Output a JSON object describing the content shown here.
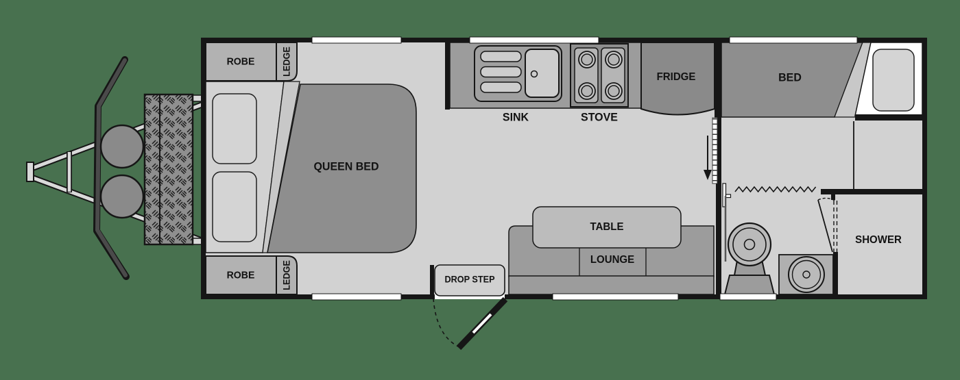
{
  "plan_type": "caravan-floorplan",
  "labels": {
    "robe_front_top": "ROBE",
    "ledge_front_top": "LEDGE",
    "robe_front_bottom": "ROBE",
    "ledge_front_bottom": "LEDGE",
    "queen_bed": "QUEEN BED",
    "sink": "SINK",
    "stove": "STOVE",
    "fridge": "FRIDGE",
    "bed": "BED",
    "table": "TABLE",
    "lounge": "LOUNGE",
    "drop_step": "DROP STEP",
    "shower": "SHOWER"
  },
  "colors": {
    "background": "#48714f",
    "wall": "#161616",
    "floor": "#d2d2d2",
    "white": "#ffffff",
    "furniture_dark": "#8e8e8e",
    "furniture_mid": "#9c9c9c",
    "furniture_light": "#bcbcbc",
    "cabinet": "#b2b2b2",
    "pillow": "#d4d4d4",
    "fixture": "#bababa",
    "checkerplate": "#8f8f8f",
    "drawbar": "#d9d9d9",
    "stone_guard": "#4a4a4a",
    "gas_bottle": "#8a8a8a"
  }
}
